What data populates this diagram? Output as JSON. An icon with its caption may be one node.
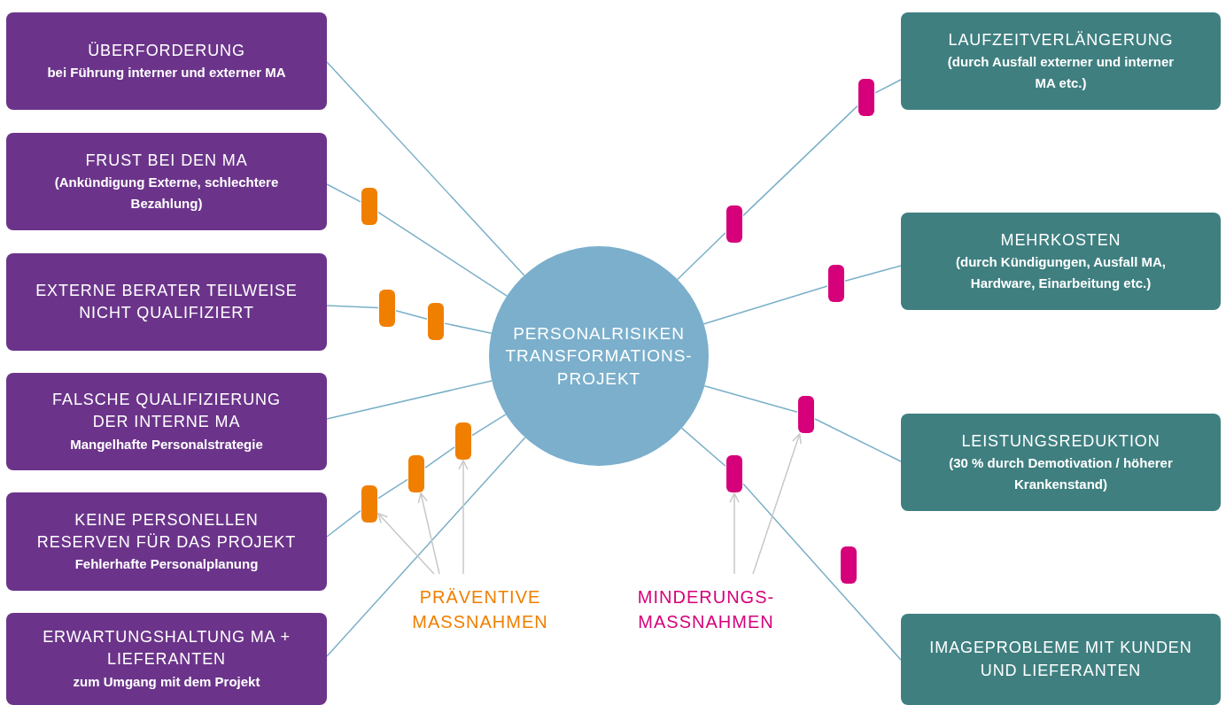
{
  "diagram": {
    "nodes": [
      {
        "text": [
          "ÜBERFORDERUNG",
          "bei Führung interner und externer MA"
        ]
      },
      {
        "text": [
          "FRUST BEI DEN MA",
          "(Ankündigung Externe, schlechtere Bezahlung)"
        ]
      },
      {
        "text": [
          "EXTERNE BERATER TEILWEISE NICHT QUALIFIZIERT"
        ]
      },
      {
        "text": [
          "FALSCHE QUALIFIZIERUNG DER INTERNE MA",
          "Mangelhafte Personalstrategie"
        ]
      },
      {
        "text": [
          "KEINE PERSONELLEN RESERVEN FÜR DAS PROJEKT",
          "Fehlerhafte Personalplanung"
        ]
      },
      {
        "text": [
          "ERWARTUNGSHALTUNG MA + LIEFERANTEN",
          "zum Umgang mit dem Projekt"
        ]
      },
      {
        "text": [
          "PERSONALRISIKEN TRANSFORMATIONS- PROJEKT"
        ]
      },
      {
        "text": [
          "LAUFZEITVERLÄNGERUNG",
          "(durch Ausfall externer und interner MA etc.)"
        ]
      },
      {
        "text": [
          "MEHRKOSTEN",
          "(durch Kündigungen, Ausfall MA, Hardware, Einarbeitung etc.)"
        ]
      },
      {
        "text": [
          "LEISTUNGSREDUKTION",
          "(30 % durch Demotivation / höherer Krankenstand)"
        ]
      },
      {
        "text": [
          "IMAGEPROBLEME MIT KUNDEN UND LIEFERANTEN"
        ]
      },
      {
        "text": [
          "PRÄVENTIVE MASSNAHMEN"
        ]
      },
      {
        "text": [
          "MINDERUNGS- MASSNAHMEN"
        ]
      },
      {
        "text": [],
        "shape": "bar"
      },
      {
        "text": [],
        "shape": "bar"
      },
      {
        "text": [],
        "shape": "bar"
      },
      {
        "text": [],
        "shape": "bar"
      },
      {
        "text": [],
        "shape": "bar"
      },
      {
        "text": [],
        "shape": "bar"
      },
      {
        "text": [],
        "shape": "bar"
      },
      {
        "text": [],
        "shape": "bar"
      },
      {
        "text": [],
        "shape": "bar"
      },
      {
        "text": [],
        "shape": "bar"
      },
      {
        "text": [],
        "shape": "bar"
      },
      {
        "text": [],
        "shape": "bar"
      }
    ],
    "edges": [
      {
        "from": 0,
        "to": 6,
        "arrow": "none"
      },
      {
        "from": 1,
        "to": 13,
        "arrow": "none"
      },
      {
        "from": 13,
        "to": 6,
        "arrow": "none"
      },
      {
        "from": 2,
        "to": 15,
        "arrow": "none"
      },
      {
        "from": 15,
        "to": 17,
        "arrow": "none"
      },
      {
        "from": 17,
        "to": 6,
        "arrow": "none"
      },
      {
        "from": 3,
        "to": 6,
        "arrow": "none"
      },
      {
        "from": 4,
        "to": 14,
        "arrow": "none"
      },
      {
        "from": 14,
        "to": 16,
        "arrow": "none"
      },
      {
        "from": 16,
        "to": 18,
        "arrow": "none"
      },
      {
        "from": 18,
        "to": 6,
        "arrow": "none"
      },
      {
        "from": 5,
        "to": 6,
        "arrow": "none"
      },
      {
        "from": 6,
        "to": 19,
        "arrow": "none"
      },
      {
        "from": 19,
        "to": 24,
        "arrow": "none"
      },
      {
        "from": 24,
        "to": 7,
        "arrow": "none"
      },
      {
        "from": 6,
        "to": 22,
        "arrow": "none"
      },
      {
        "from": 22,
        "to": 8,
        "arrow": "none"
      },
      {
        "from": 6,
        "to": 21,
        "arrow": "none"
      },
      {
        "from": 21,
        "to": 9,
        "arrow": "none"
      },
      {
        "from": 6,
        "to": 20,
        "arrow": "none"
      },
      {
        "from": 20,
        "to": 10,
        "arrow": "none"
      },
      {
        "from": 11,
        "to": 14,
        "arrow": "to",
        "color": "#c8c8c8"
      },
      {
        "from": 11,
        "to": 16,
        "arrow": "to",
        "color": "#c8c8c8"
      },
      {
        "from": 11,
        "to": 18,
        "arrow": "to",
        "color": "#c8c8c8"
      },
      {
        "from": 12,
        "to": 20,
        "arrow": "to",
        "color": "#c8c8c8"
      },
      {
        "from": 12,
        "to": 21,
        "arrow": "to",
        "color": "#c8c8c8"
      }
    ]
  }
}
